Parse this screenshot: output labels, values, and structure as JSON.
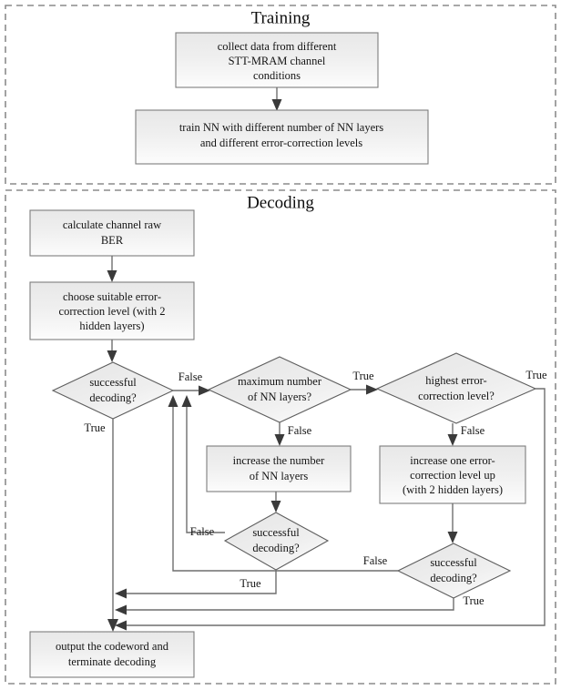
{
  "sections": [
    {
      "id": "training",
      "title": "Training"
    },
    {
      "id": "decoding",
      "title": "Decoding"
    }
  ],
  "colors": {
    "box_fill_top": "#ededed",
    "box_fill_bottom": "#fafafa",
    "box_stroke": "#7d7d7d",
    "diamond_fill": "#ebebeb",
    "diamond_stroke": "#5e5e5e",
    "connector": "#6e6e6e",
    "arrow": "#3a3a3a",
    "section_border": "#8c8c8c",
    "text": "#141414",
    "page_background": "#ffffff"
  },
  "nodes": {
    "collect_data": {
      "shape": "process",
      "lines": [
        "collect data from different",
        "STT-MRAM channel",
        "conditions"
      ]
    },
    "train_nn": {
      "shape": "process",
      "lines": [
        "train NN with different number of NN layers",
        "and different error-correction levels"
      ]
    },
    "calculate_ber": {
      "shape": "process",
      "lines": [
        "calculate channel raw",
        "BER"
      ]
    },
    "choose_level": {
      "shape": "process",
      "lines": [
        "choose suitable error-",
        "correction level (with 2",
        "hidden layers)"
      ]
    },
    "decision_decode_1": {
      "shape": "decision",
      "lines": [
        "successful",
        "decoding?"
      ]
    },
    "decision_max_layers": {
      "shape": "decision",
      "lines": [
        "maximum number",
        "of NN layers?"
      ]
    },
    "decision_highest_level": {
      "shape": "decision",
      "lines": [
        "highest error-",
        "correction level?"
      ]
    },
    "increase_layers": {
      "shape": "process",
      "lines": [
        "increase the number",
        "of NN layers"
      ]
    },
    "increase_level": {
      "shape": "process",
      "lines": [
        "increase one error-",
        "correction level up",
        "(with 2 hidden layers)"
      ]
    },
    "decision_decode_2": {
      "shape": "decision",
      "lines": [
        "successful",
        "decoding?"
      ]
    },
    "decision_decode_3": {
      "shape": "decision",
      "lines": [
        "successful",
        "decoding?"
      ]
    },
    "output_codeword": {
      "shape": "process",
      "lines": [
        "output the codeword and",
        "terminate decoding"
      ]
    }
  },
  "edge_labels": {
    "decode1_false": "False",
    "decode1_true": "True",
    "max_layers_true": "True",
    "max_layers_false": "False",
    "highest_true": "True",
    "highest_false": "False",
    "decode2_false": "False",
    "decode2_true": "True",
    "decode3_false": "False",
    "decode3_true": "True"
  }
}
